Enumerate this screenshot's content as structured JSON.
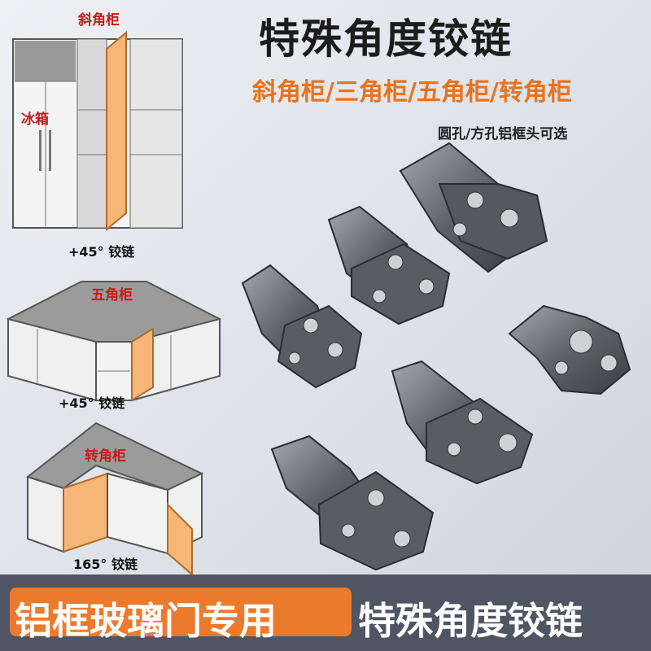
{
  "title": "特殊角度铰链",
  "subtitle": "斜角柜/三角柜/五角柜/转角柜",
  "note": "圆孔/方孔铝框头可选",
  "diagrams": {
    "bevel_cabinet": {
      "name": "斜角柜",
      "fridge_label": "冰箱",
      "hinge_label": "+45°  铰链"
    },
    "pentagon_cabinet": {
      "name": "五角柜",
      "hinge_label": "+45°  铰链"
    },
    "corner_cabinet": {
      "name": "转角柜",
      "hinge_label": "165°  铰链"
    }
  },
  "banner": {
    "left_text": "铝框玻璃门专用",
    "right_text": "特殊角度铰链"
  },
  "colors": {
    "orange": "#ec7a2c",
    "red": "#c21d1d",
    "banner_gray": "#4f5562",
    "metal": "#6b6e74"
  }
}
